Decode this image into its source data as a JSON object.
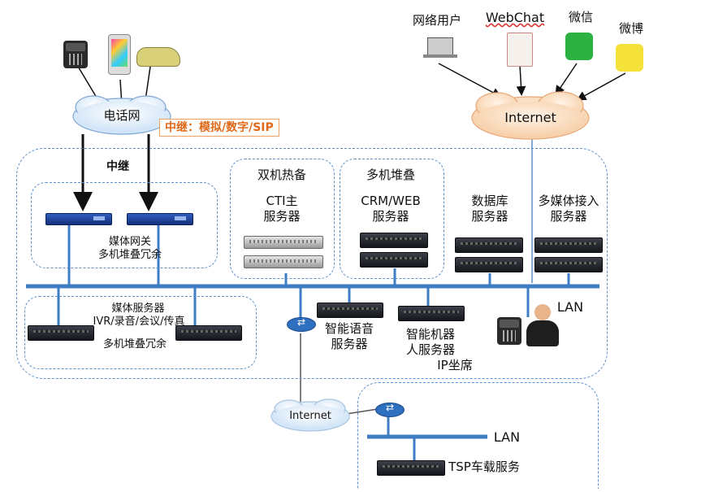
{
  "top_users": {
    "web_user": "网络用户",
    "webchat": "WebChat",
    "wechat": "微信",
    "weibo": "微博"
  },
  "clouds": {
    "phone_network": "电话网",
    "internet_top": "Internet",
    "internet_bottom": "Internet"
  },
  "trunk": {
    "box_label": "中继：模拟/数字/SIP",
    "link_label": "中继"
  },
  "groups": {
    "dual_hot_standby": "双机热备",
    "multi_stack": "多机堆叠"
  },
  "servers": {
    "cti_line1": "CTI主",
    "cti_line2": "服务器",
    "crm_line1": "CRM/WEB",
    "crm_line2": "服务器",
    "db_line1": "数据库",
    "db_line2": "服务器",
    "multimedia_line1": "多媒体接入",
    "multimedia_line2": "服务器",
    "gateway_line1": "媒体网关",
    "gateway_line2": "多机堆叠冗余",
    "media_line1": "媒体服务器",
    "media_line2": "IVR/录音/会议/传真",
    "media_line3": "多机堆叠冗余",
    "voice_line1": "智能语音",
    "voice_line2": "服务器",
    "robot_line1": "智能机器",
    "robot_line2": "人服务器",
    "ip_agent": "IP坐席",
    "lan_top": "LAN",
    "lan_bottom": "LAN",
    "tsp": "TSP车载服务"
  },
  "colors": {
    "region_border": "#5b8fc9",
    "bus": "#3e7cc4",
    "trunk_box_border": "#f0a060",
    "trunk_box_text": "#e06a1a",
    "cloud_fill": "#cfe3f7"
  }
}
